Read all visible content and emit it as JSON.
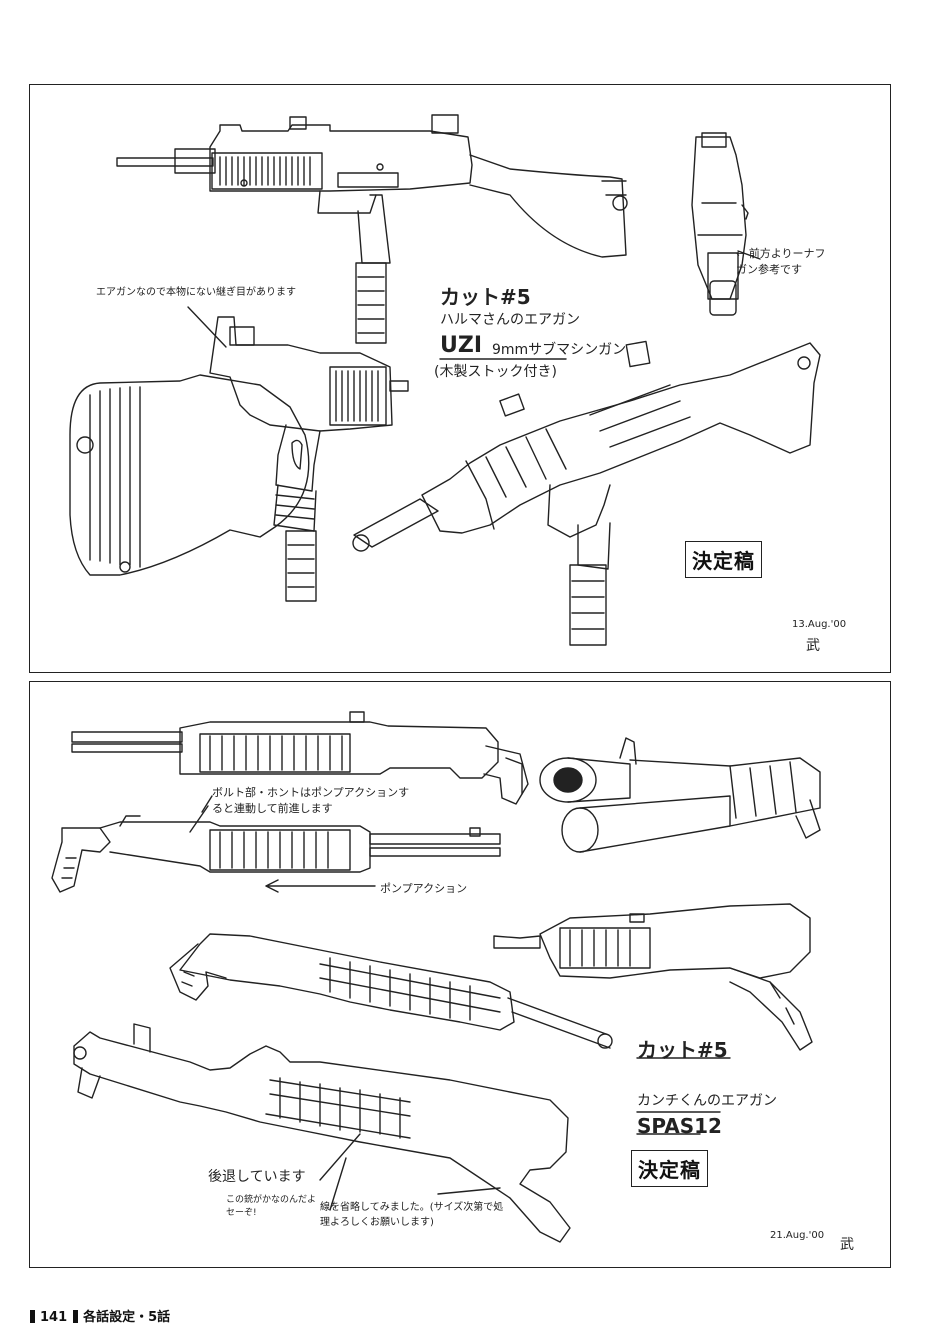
{
  "top_panel": {
    "note_dummy_parts": "エアガンなので本物にない継ぎ目があります",
    "case_label": "カット#5",
    "case_desc": "ハルマさんのエアガン",
    "gun_name": "UZI",
    "gun_type": "9mmサブマシンガン",
    "gun_note": "(木製ストック付き)",
    "reference_note": "← 前方よりーナフガン参考です",
    "stamp": "決定稿",
    "date": "13.Aug.'00",
    "signature": "武"
  },
  "bottom_panel": {
    "note_bolt": "ボルト部・ホントはポンプアクションすると連動して前進します",
    "note_pump": "ポンプアクション",
    "case_label": "カット#5",
    "case_desc": "カンチくんのエアガン",
    "gun_name": "SPAS12",
    "stamp": "決定稿",
    "note_retract": "後退しています",
    "note_small": "この銃がかなのんだよセーぞ!",
    "note_omit": "線を省略してみました。(サイズ次第で処理よろしくお願いします)",
    "date": "21.Aug.'00",
    "signature": "武"
  },
  "footer": {
    "page_number": "141",
    "section": "各話設定・5話"
  }
}
